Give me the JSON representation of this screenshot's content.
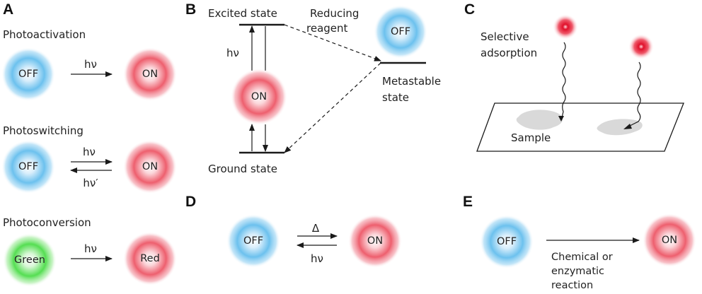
{
  "panels": {
    "a": {
      "letter": "A",
      "rows": [
        {
          "title": "Photoactivation",
          "left": "OFF",
          "right": "ON",
          "top_label": "hν",
          "bottom_label": ""
        },
        {
          "title": "Photoswitching",
          "left": "OFF",
          "right": "ON",
          "top_label": "hν",
          "bottom_label": "hν′"
        },
        {
          "title": "Photoconversion",
          "left": "Green",
          "right": "Red",
          "top_label": "hν",
          "bottom_label": ""
        }
      ]
    },
    "b": {
      "letter": "B",
      "excited_state": "Excited state",
      "ground_state": "Ground state",
      "reducing_line1": "Reducing",
      "reducing_line2": "reagent",
      "metastable_line1": "Metastable",
      "metastable_line2": "state",
      "hv": "hν",
      "on": "ON",
      "off": "OFF"
    },
    "c": {
      "letter": "C",
      "selective_line1": "Selective",
      "selective_line2": "adsorption",
      "sample": "Sample"
    },
    "d": {
      "letter": "D",
      "left": "OFF",
      "right": "ON",
      "top_label": "Δ",
      "bottom_label": "hν"
    },
    "e": {
      "letter": "E",
      "left": "OFF",
      "right": "ON",
      "label_line1": "Chemical or",
      "label_line2": "enzymatic",
      "label_line3": "reaction"
    }
  },
  "colors": {
    "off_blue": "#2aa8e8",
    "on_red": "#e8283c",
    "green": "#2fd02f",
    "red_dot": "#e0102a",
    "line": "#1a1a1a"
  }
}
